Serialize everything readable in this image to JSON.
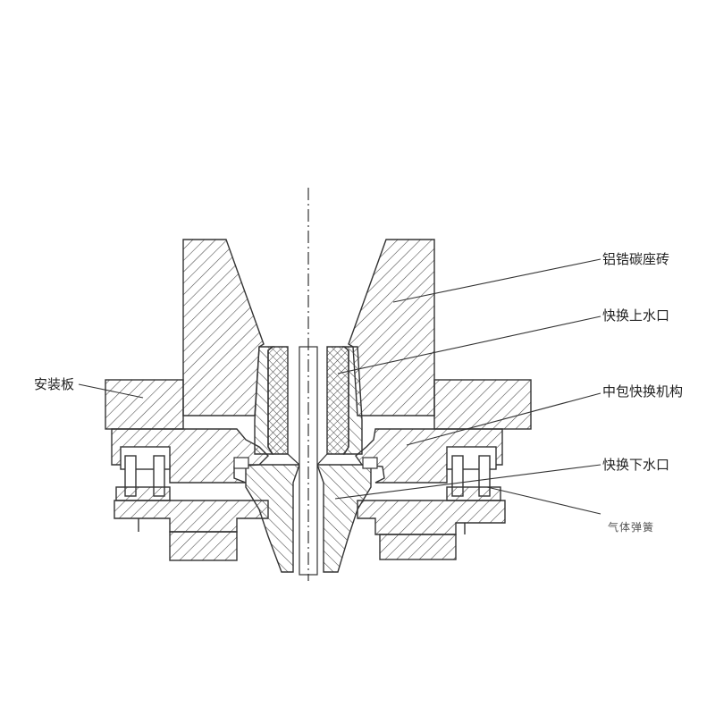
{
  "labels": {
    "mounting_plate": "安装板",
    "seat_brick": "铝锆碳座砖",
    "upper_nozzle": "快换上水口",
    "mechanism": "中包快换机构",
    "lower_nozzle": "快换下水口",
    "gas_spring": "气体弹簧"
  },
  "colors": {
    "line": "#333333",
    "hatch": "#444444",
    "background": "#ffffff"
  }
}
